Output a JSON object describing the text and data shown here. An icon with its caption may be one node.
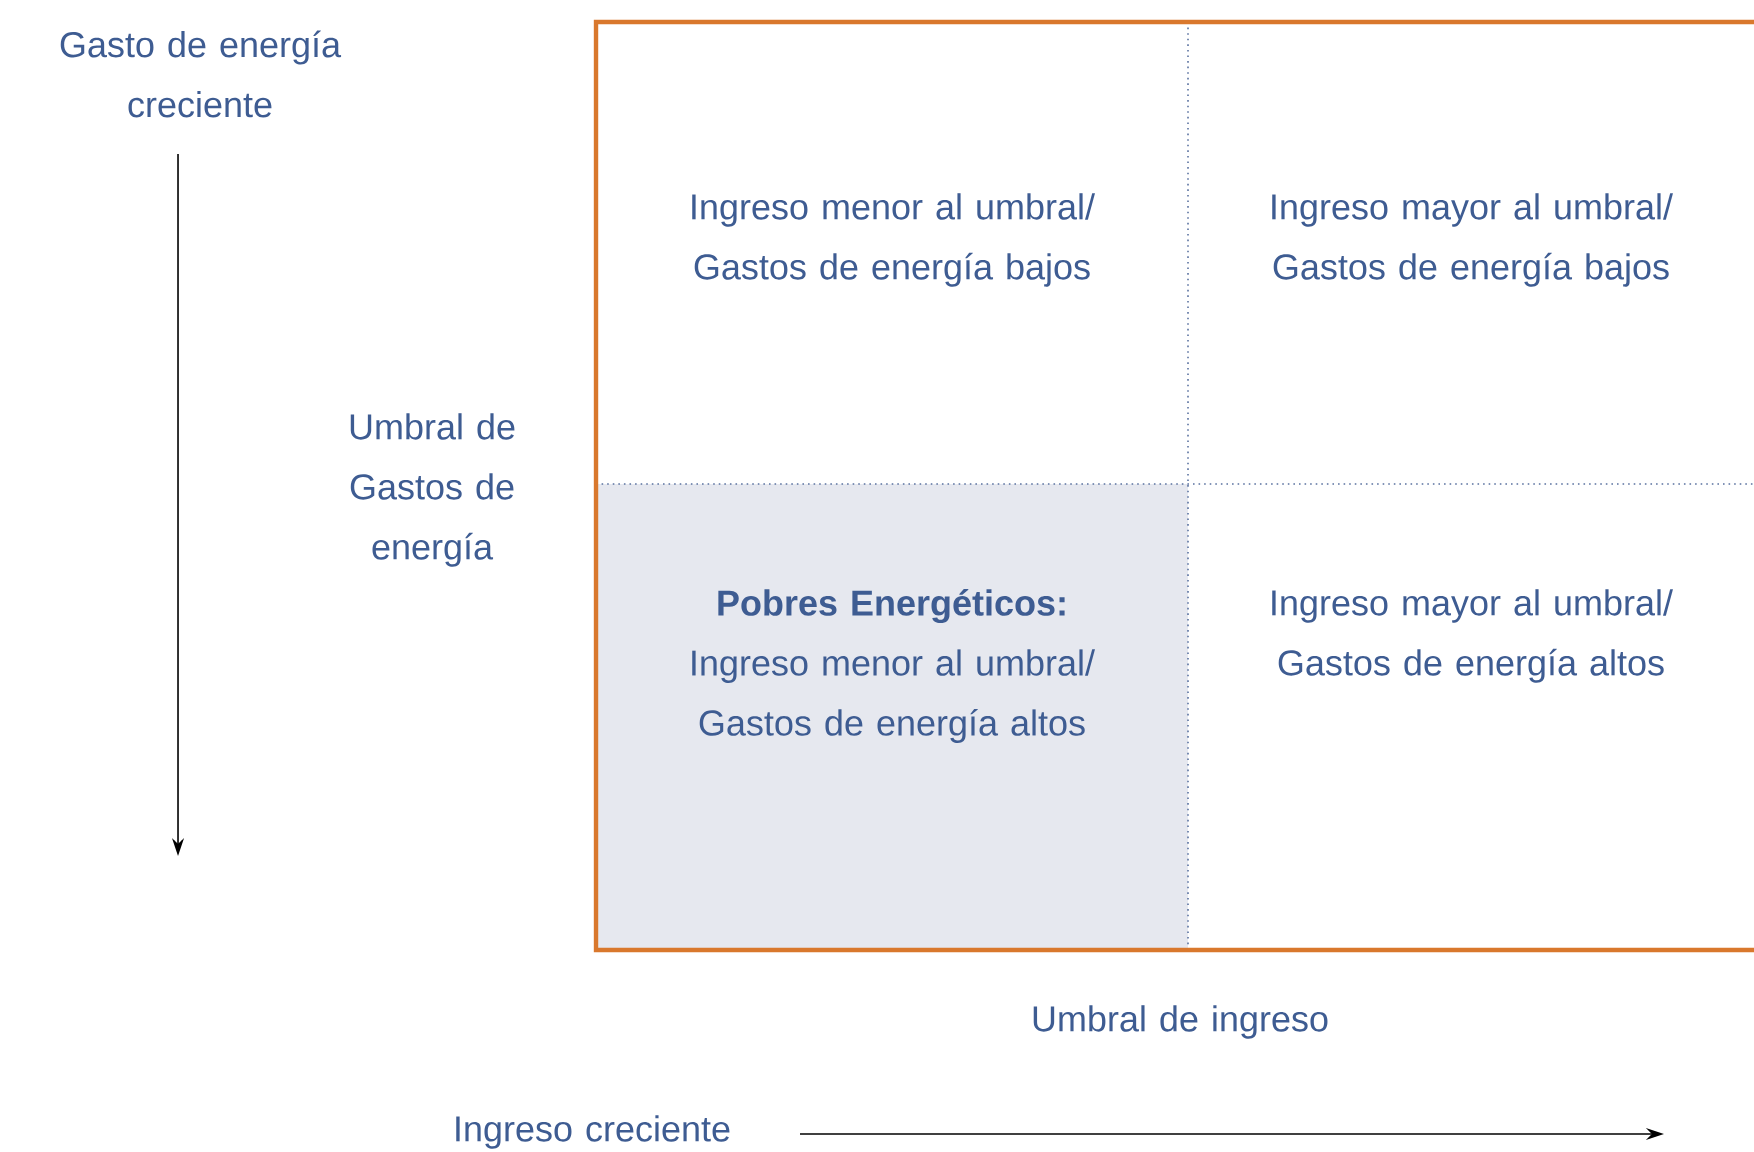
{
  "diagram": {
    "nodes": [
      {
        "text": [],
        "shape": "box"
      },
      {
        "text": [
          "Ingreso menor al umbral/ Gastos de energía bajos"
        ],
        "in": 0
      },
      {
        "text": [
          "Ingreso mayor al umbral/ Gastos de energía bajos"
        ],
        "in": 0
      },
      {
        "text": [
          "Pobres Energéticos:",
          "Ingreso menor al umbral/ Gastos de energía altos"
        ],
        "in": 0
      },
      {
        "text": [
          "Ingreso mayor al umbral/ Gastos de energía altos"
        ],
        "in": 0
      }
    ],
    "labels": [
      "Gasto de energía creciente",
      "Umbral de Gastos de energía",
      "Umbral de ingreso",
      "Ingreso creciente"
    ]
  }
}
